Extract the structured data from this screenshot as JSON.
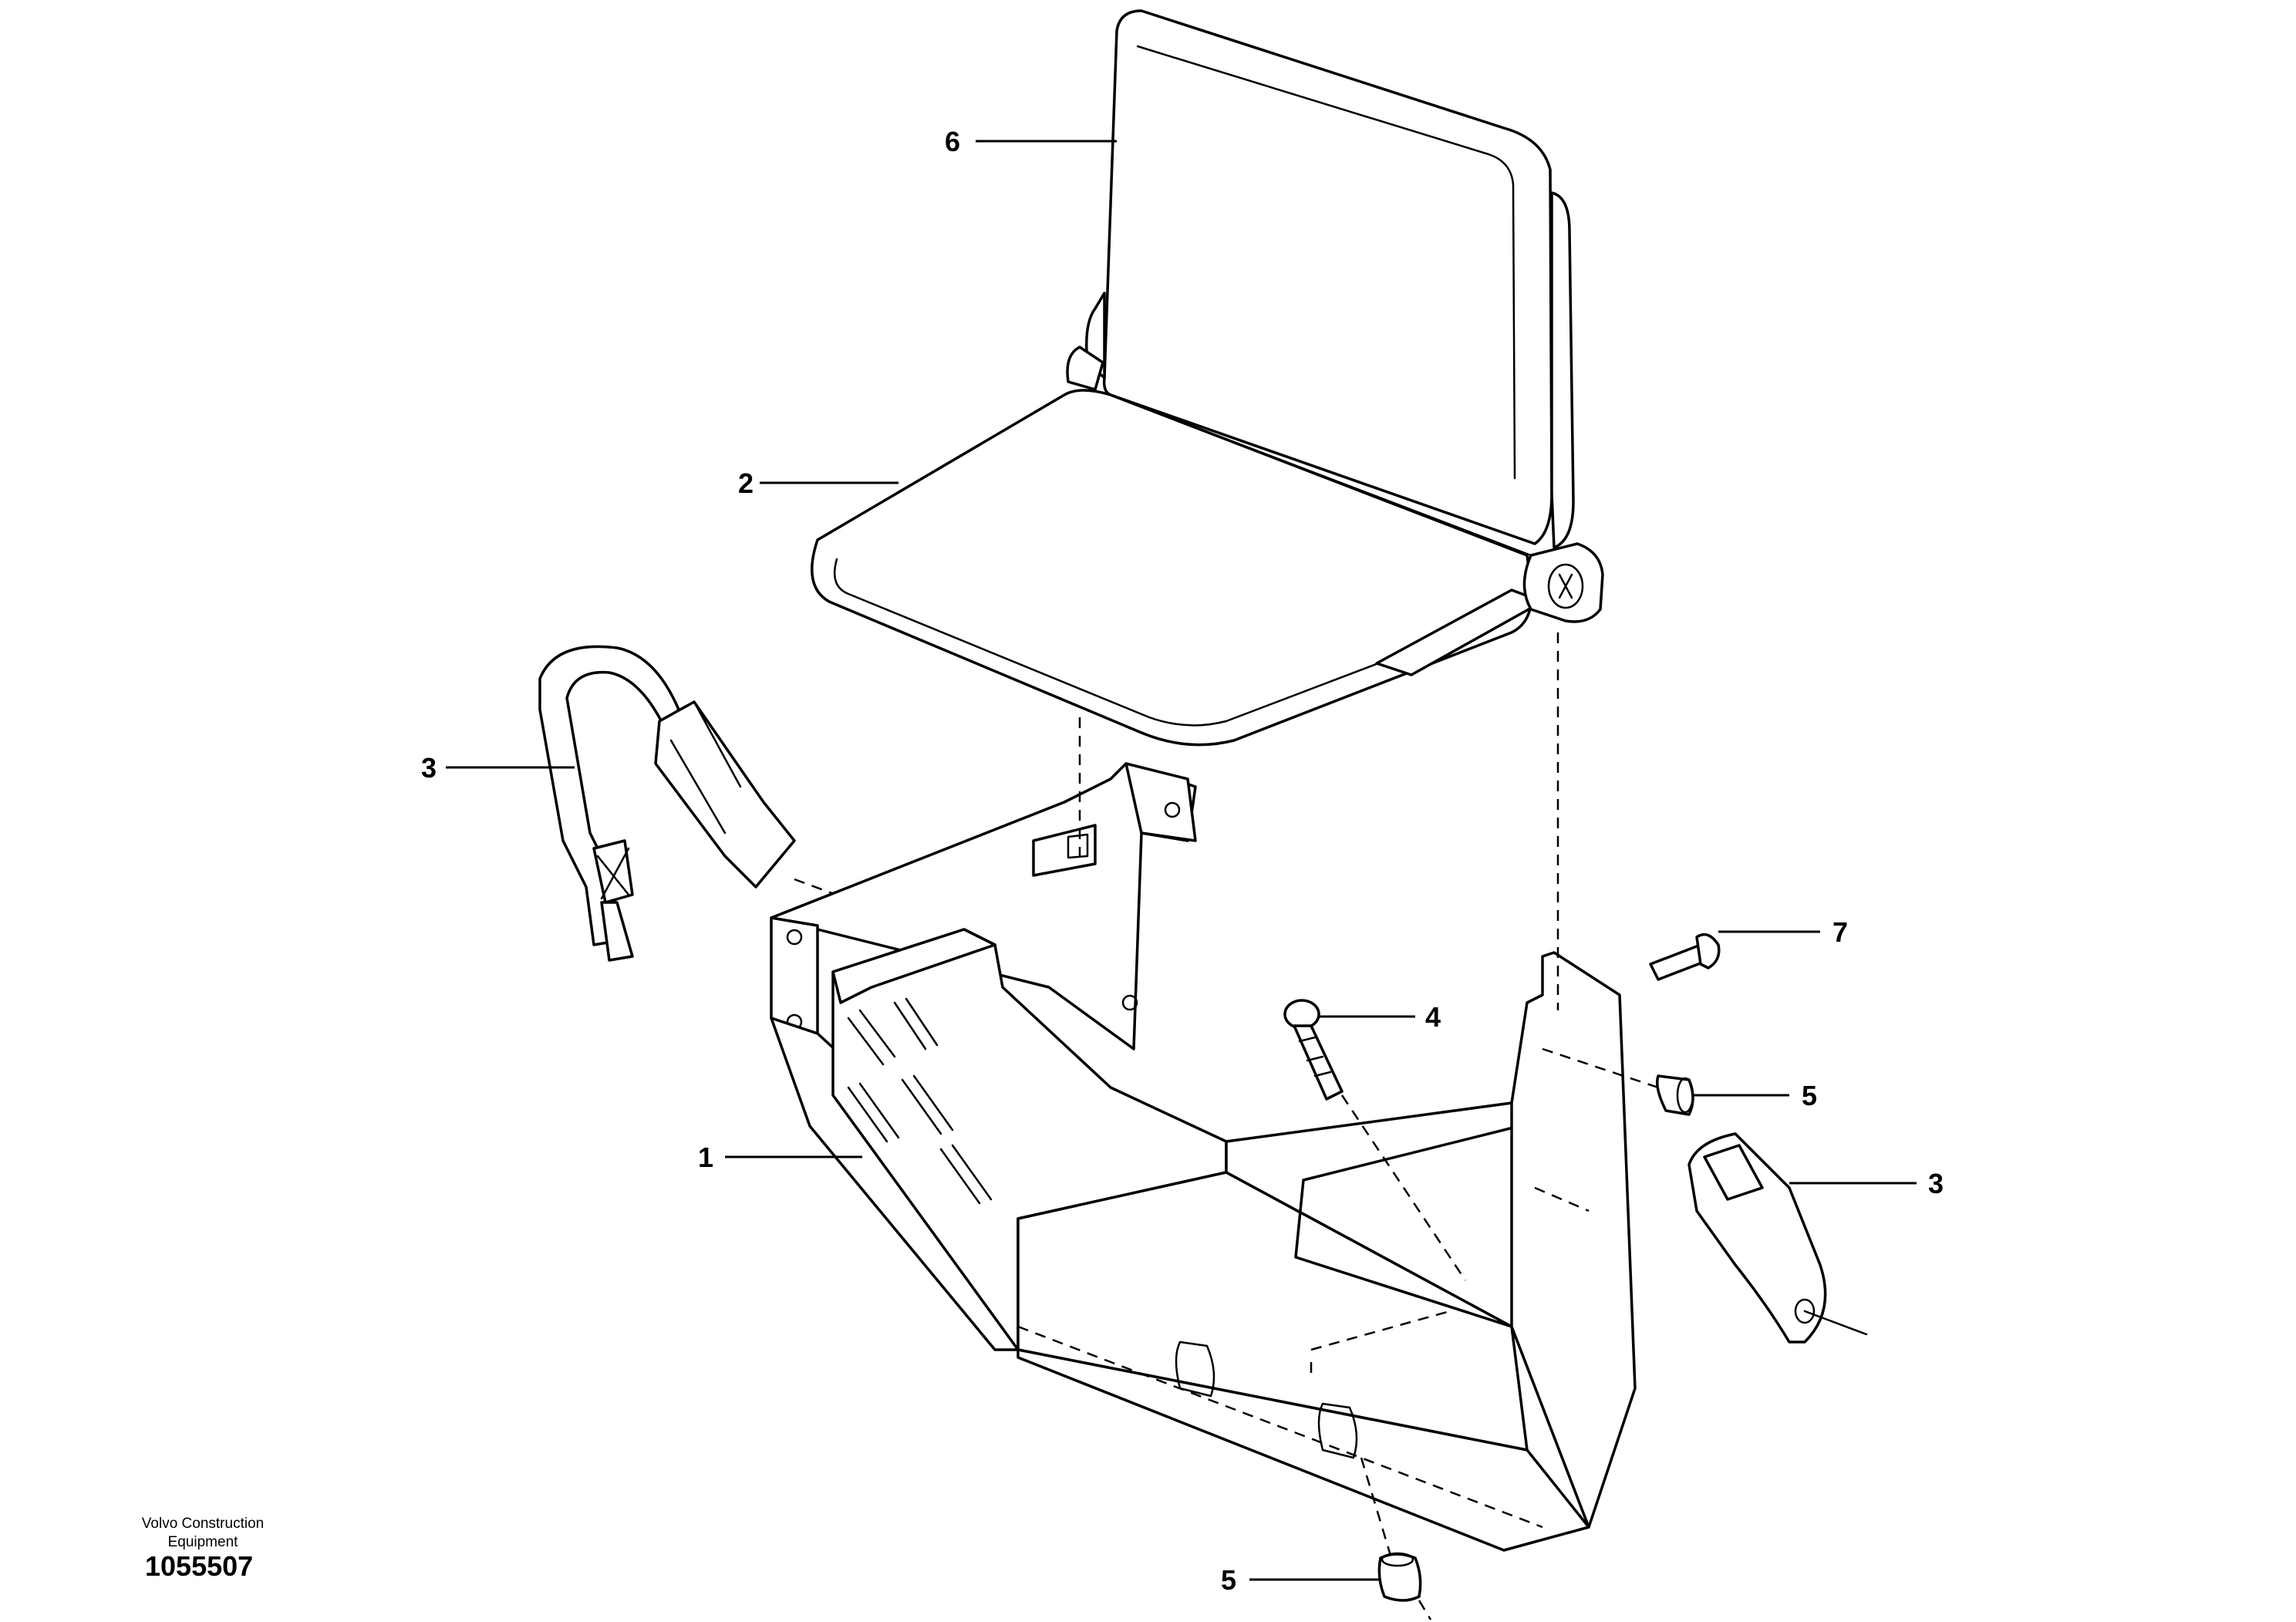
{
  "callouts": [
    {
      "id": "callout-6",
      "number": "6"
    },
    {
      "id": "callout-2",
      "number": "2"
    },
    {
      "id": "callout-3-left",
      "number": "3"
    },
    {
      "id": "callout-7",
      "number": "7"
    },
    {
      "id": "callout-4",
      "number": "4"
    },
    {
      "id": "callout-5-right",
      "number": "5"
    },
    {
      "id": "callout-3-right",
      "number": "3"
    },
    {
      "id": "callout-1",
      "number": "1"
    },
    {
      "id": "callout-5-bottom",
      "number": "5"
    }
  ],
  "footer": {
    "brand_line1": "Volvo Construction",
    "brand_line2": "Equipment",
    "drawing_number": "1055507"
  }
}
